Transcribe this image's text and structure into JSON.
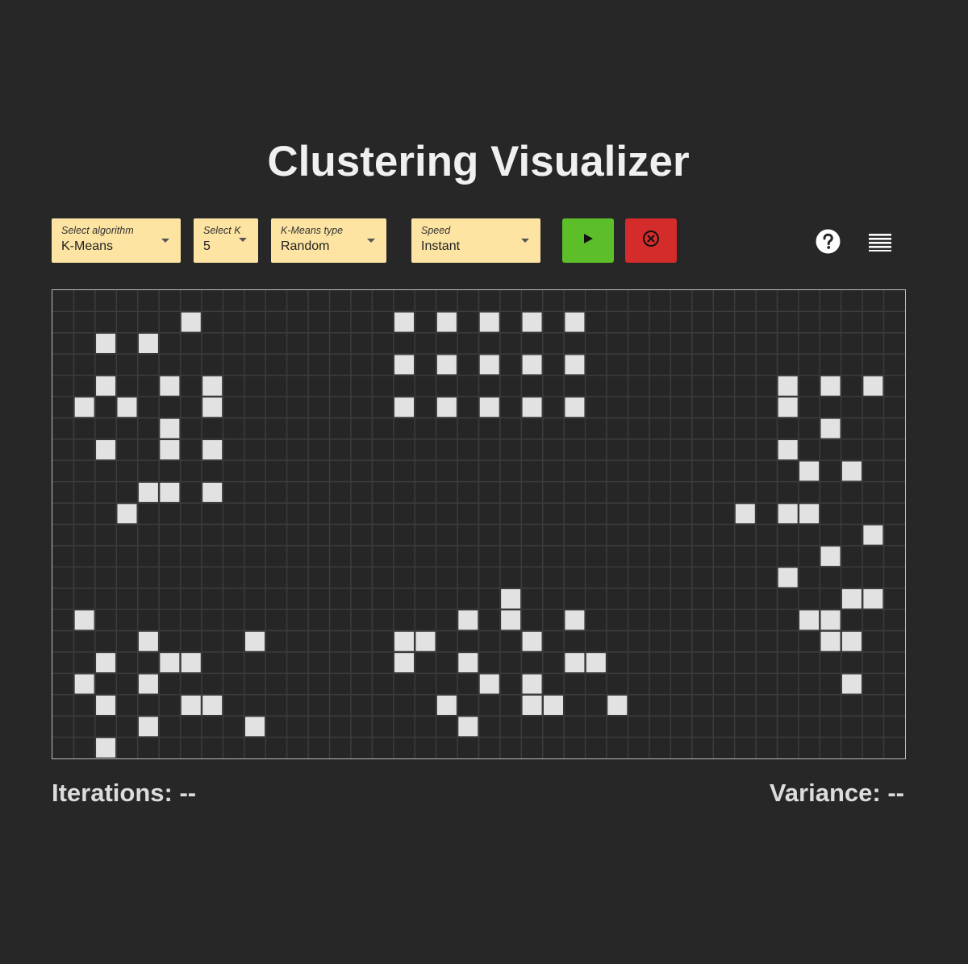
{
  "header": {
    "title": "Clustering Visualizer"
  },
  "controls": {
    "algorithm": {
      "label": "Select algorithm",
      "value": "K-Means"
    },
    "k": {
      "label": "Select K",
      "value": "5"
    },
    "kmeans_type": {
      "label": "K-Means type",
      "value": "Random"
    },
    "speed": {
      "label": "Speed",
      "value": "Instant"
    },
    "run_button": {
      "icon": "play-icon",
      "color": "#5cbf2a"
    },
    "clear_button": {
      "icon": "close-circle-icon",
      "color": "#d42b2b"
    },
    "help_icon": "help-icon",
    "menu_icon": "menu-icon"
  },
  "grid": {
    "columns": 40,
    "rows": 22,
    "filled_color": "#e2e2e2",
    "line_color": "#3c3c3c",
    "points": [
      [
        6,
        1
      ],
      [
        16,
        1
      ],
      [
        18,
        1
      ],
      [
        20,
        1
      ],
      [
        22,
        1
      ],
      [
        24,
        1
      ],
      [
        2,
        2
      ],
      [
        4,
        2
      ],
      [
        16,
        3
      ],
      [
        18,
        3
      ],
      [
        20,
        3
      ],
      [
        22,
        3
      ],
      [
        24,
        3
      ],
      [
        2,
        4
      ],
      [
        5,
        4
      ],
      [
        7,
        4
      ],
      [
        34,
        4
      ],
      [
        36,
        4
      ],
      [
        38,
        4
      ],
      [
        1,
        5
      ],
      [
        3,
        5
      ],
      [
        7,
        5
      ],
      [
        16,
        5
      ],
      [
        18,
        5
      ],
      [
        20,
        5
      ],
      [
        22,
        5
      ],
      [
        24,
        5
      ],
      [
        34,
        5
      ],
      [
        5,
        6
      ],
      [
        36,
        6
      ],
      [
        2,
        7
      ],
      [
        5,
        7
      ],
      [
        7,
        7
      ],
      [
        34,
        7
      ],
      [
        35,
        8
      ],
      [
        37,
        8
      ],
      [
        4,
        9
      ],
      [
        5,
        9
      ],
      [
        7,
        9
      ],
      [
        3,
        10
      ],
      [
        32,
        10
      ],
      [
        34,
        10
      ],
      [
        35,
        10
      ],
      [
        38,
        11
      ],
      [
        36,
        12
      ],
      [
        34,
        13
      ],
      [
        21,
        14
      ],
      [
        37,
        14
      ],
      [
        38,
        14
      ],
      [
        1,
        15
      ],
      [
        19,
        15
      ],
      [
        21,
        15
      ],
      [
        24,
        15
      ],
      [
        35,
        15
      ],
      [
        36,
        15
      ],
      [
        4,
        16
      ],
      [
        9,
        16
      ],
      [
        16,
        16
      ],
      [
        17,
        16
      ],
      [
        22,
        16
      ],
      [
        36,
        16
      ],
      [
        37,
        16
      ],
      [
        2,
        17
      ],
      [
        5,
        17
      ],
      [
        6,
        17
      ],
      [
        16,
        17
      ],
      [
        19,
        17
      ],
      [
        24,
        17
      ],
      [
        25,
        17
      ],
      [
        1,
        18
      ],
      [
        4,
        18
      ],
      [
        20,
        18
      ],
      [
        22,
        18
      ],
      [
        37,
        18
      ],
      [
        2,
        19
      ],
      [
        6,
        19
      ],
      [
        7,
        19
      ],
      [
        18,
        19
      ],
      [
        22,
        19
      ],
      [
        23,
        19
      ],
      [
        26,
        19
      ],
      [
        4,
        20
      ],
      [
        9,
        20
      ],
      [
        19,
        20
      ],
      [
        2,
        21
      ]
    ]
  },
  "stats": {
    "iterations_label": "Iterations:",
    "iterations_value": "--",
    "variance_label": "Variance:",
    "variance_value": "--"
  }
}
